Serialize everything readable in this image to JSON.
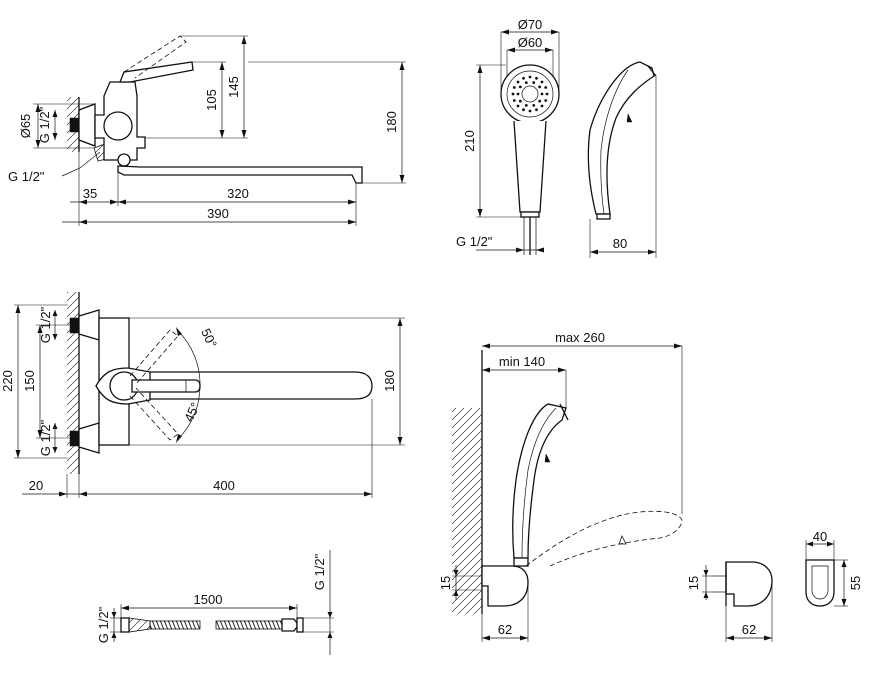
{
  "top_faucet": {
    "dims": {
      "d65": "Ø65",
      "g12_wall": "G 1/2\"",
      "g12_side": "G 1/2\"",
      "h105": "105",
      "h145": "145",
      "h180": "180",
      "w35": "35",
      "w320": "320",
      "w390": "390"
    }
  },
  "handshower": {
    "dims": {
      "d70": "Ø70",
      "d60": "Ø60",
      "h210": "210",
      "g12": "G 1/2\"",
      "w80": "80"
    }
  },
  "mid_faucet": {
    "dims": {
      "g12_top": "G 1/2\"",
      "g12_bot": "G 1/2\"",
      "h220": "220",
      "h150": "150",
      "h180": "180",
      "a50": "50°",
      "a45": "45°",
      "w20": "20",
      "w400": "400"
    }
  },
  "hose": {
    "dims": {
      "g12_left": "G 1/2\"",
      "g12_right": "G 1/2\"",
      "len1500": "1500"
    }
  },
  "holder": {
    "dims": {
      "max260": "max 260",
      "min140": "min 140",
      "h15": "15",
      "w62": "62"
    }
  },
  "bracket": {
    "dims": {
      "h15": "15",
      "w62": "62",
      "w40": "40",
      "h55": "55"
    }
  }
}
